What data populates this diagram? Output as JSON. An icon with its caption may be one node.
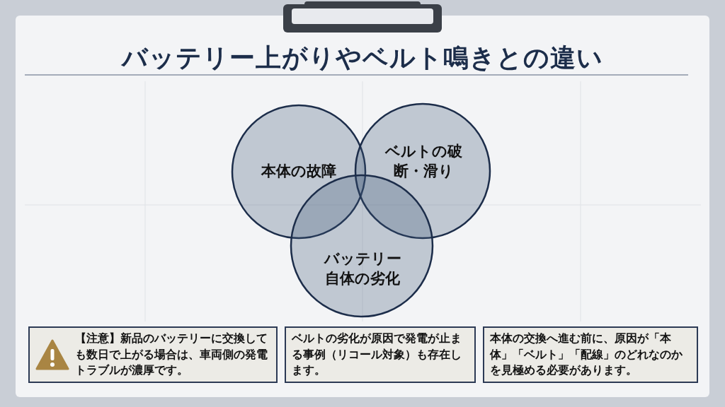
{
  "diagram": {
    "title": "バッテリー上がりやベルト鳴きとの違い",
    "nodes": [
      {
        "text": [
          "本体の故障"
        ]
      },
      {
        "text": [
          "ベルトの破断・滑り"
        ]
      },
      {
        "text": [
          "バッテリー自体の劣化"
        ]
      },
      {
        "text": [
          "**【注意】**新品のバッテリーに交換しても数日で上がる場合は、車両側の発電トラブルが濃厚です。"
        ]
      },
      {
        "text": [
          "ベルトの劣化が原因で発電が止まる事例（リコール対象）も存在します。"
        ]
      },
      {
        "text": [
          "本体の交換へ進む前に、原因が「本体」「ベルト」「配線」のどれなのかを見極める必要があります。"
        ]
      }
    ],
    "edges": []
  }
}
